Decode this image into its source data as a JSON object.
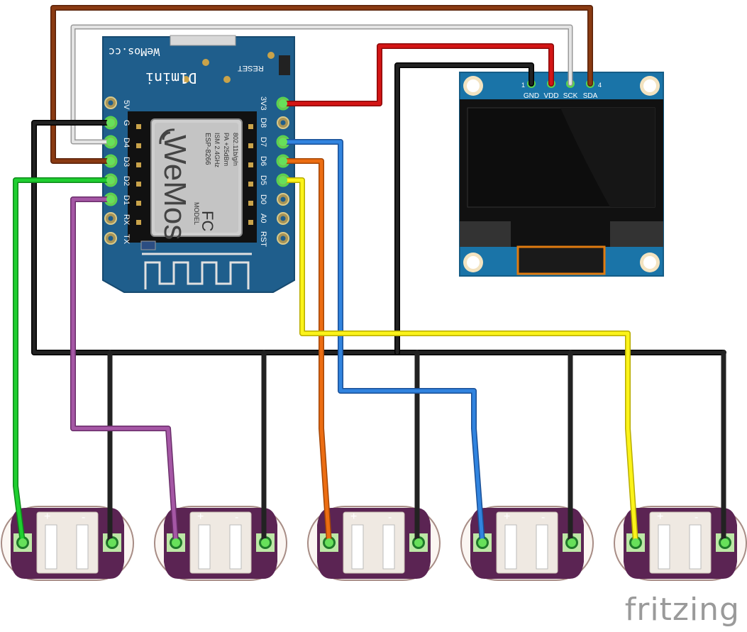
{
  "board": {
    "brand": "WeMos.cc",
    "model_name": "D1mini",
    "reset_label": "RESET",
    "left_pins": [
      "5V",
      "G",
      "D4",
      "D3",
      "D2",
      "D1",
      "RX",
      "TX"
    ],
    "right_pins": [
      "3V3",
      "D8",
      "D7",
      "D6",
      "D5",
      "D0",
      "A0",
      "RST"
    ],
    "chip_brand": "WeMos",
    "chip_lines": [
      "ESP-8266",
      "ISM 2.4GHz",
      "PA +25dBm",
      "802.11b/g/n"
    ],
    "chip_model": "MODEL",
    "fcc": "FC"
  },
  "oled": {
    "pins": [
      "GND",
      "VDD",
      "SCK",
      "SDA"
    ],
    "pin_first": "1",
    "pin_last": "4"
  },
  "sensor": {
    "plus": "+",
    "minus": "-"
  },
  "footer": {
    "brand": "fritzing"
  },
  "colors": {
    "board": "#1f5e8c",
    "oled_board": "#1a74a8",
    "sensor_purple": "#5b2453",
    "wire_brown": "#7a3410",
    "wire_gray": "#cfcfcf",
    "wire_red": "#cc1111",
    "wire_black": "#1a1a1a",
    "wire_green": "#1cc12e",
    "wire_purple": "#9a4e9a",
    "wire_blue": "#2a76d2",
    "wire_orange": "#e0660f",
    "wire_yellow": "#f5ee10"
  }
}
